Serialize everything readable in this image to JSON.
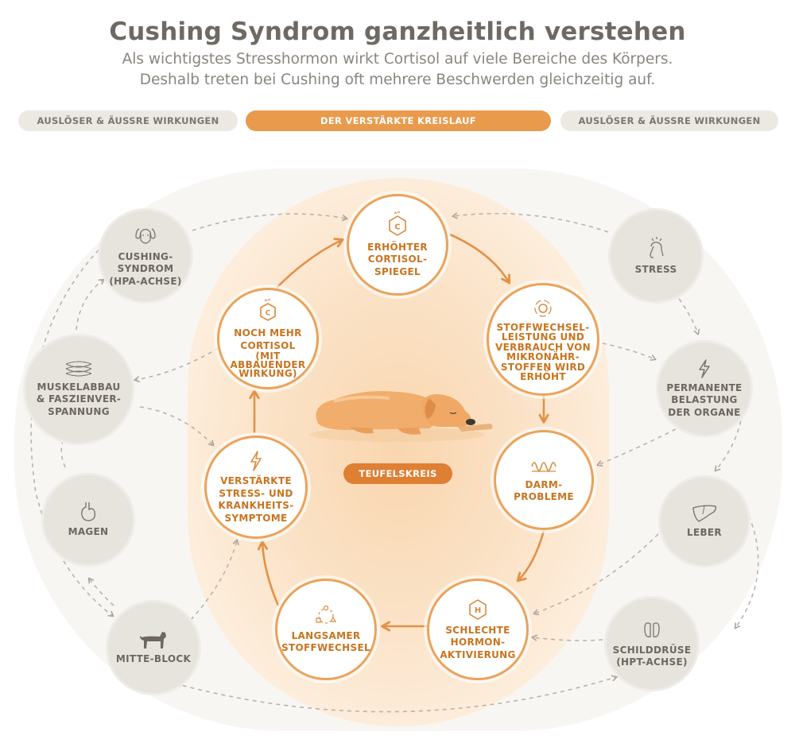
{
  "header": {
    "title": "Cushing Syndrom ganzheitlich verstehen",
    "subtitle_line1": "Als wichtigstes Stresshormon wirkt Cortisol auf viele Bereiche des Körpers.",
    "subtitle_line2": "Deshalb treten bei Cushing oft mehrere Beschwerden gleichzeitig auf."
  },
  "sections": {
    "left": "AUSLÖSER  & ÄUSSRE WIRKUNGEN",
    "center": "DER VERSTÄRKTE KREISLAUF",
    "right": "AUSLÖSER  & ÄUSSRE WIRKUNGEN"
  },
  "cycle": [
    {
      "id": "cortisol",
      "label": [
        "ERHÖHTER",
        "CORTISOL-",
        "SPIEGEL"
      ],
      "icon": "hexagon-c-icon",
      "icon_letter": "C"
    },
    {
      "id": "stoffwechselleistung",
      "label": [
        "STOFFWECHSEL-",
        "LEISTUNG UND",
        "VERBRAUCH VON",
        "MIKRONÄHR-",
        "STOFFEN WIRD",
        "ERHÖHT"
      ],
      "icon": "metabolism-cycle-icon"
    },
    {
      "id": "darm",
      "label": [
        "DARM-",
        "PROBLEME"
      ],
      "icon": "intestine-icon"
    },
    {
      "id": "hormon",
      "label": [
        "SCHLECHTE",
        "HORMON-",
        "AKTIVIERUNG"
      ],
      "icon": "hexagon-h-icon",
      "icon_letter": "H"
    },
    {
      "id": "langsam",
      "label": [
        "LANGSAMER",
        "STOFFWECHSEL"
      ],
      "icon": "cycle-shapes-icon"
    },
    {
      "id": "stress_symptome",
      "label": [
        "VERSTÄRKTE",
        "STRESS- UND",
        "KRANKHEITS-",
        "SYMPTOME"
      ],
      "icon": "lightning-icon"
    },
    {
      "id": "mehr_cortisol",
      "label": [
        "NOCH MEHR",
        "CORTISOL"
      ],
      "sublabel": [
        "(MIT ABBAUENDER",
        "WIRKUNG)"
      ],
      "icon": "hexagon-c-icon",
      "icon_letter": "C"
    }
  ],
  "left_nodes": [
    {
      "id": "cushing",
      "label": [
        "CUSHING-",
        "SYNDROM",
        "(HPA-ACHSE)"
      ],
      "icon": "dog-head-icon"
    },
    {
      "id": "muskel",
      "label": [
        "MUSKELABBAU",
        "& FASZIENVER-",
        "SPANNUNG"
      ],
      "icon": "muscle-fibers-icon"
    },
    {
      "id": "magen",
      "label": [
        "MAGEN"
      ],
      "icon": "stomach-icon"
    },
    {
      "id": "mitte",
      "label": [
        "MITTE-BLOCK"
      ],
      "icon": "dog-silhouette-icon"
    }
  ],
  "right_nodes": [
    {
      "id": "stress",
      "label": [
        "STRESS"
      ],
      "icon": "stressed-dog-icon"
    },
    {
      "id": "belastung",
      "label": [
        "PERMANENTE",
        "BELASTUNG",
        "DER ORGANE"
      ],
      "icon": "lightning-icon"
    },
    {
      "id": "leber",
      "label": [
        "LEBER"
      ],
      "icon": "liver-icon"
    },
    {
      "id": "schild",
      "label": [
        "SCHILDDRÜSE",
        "(HPT-ACHSE)"
      ],
      "icon": "thyroid-icon"
    }
  ],
  "center_badge": "TEUFELSKREIS",
  "colors": {
    "accent": "#e99a4b",
    "accent_dark": "#de7f34",
    "cycle_text": "#c9741f",
    "grey_node": "#e7e4de",
    "text_grey": "#6e6962"
  }
}
